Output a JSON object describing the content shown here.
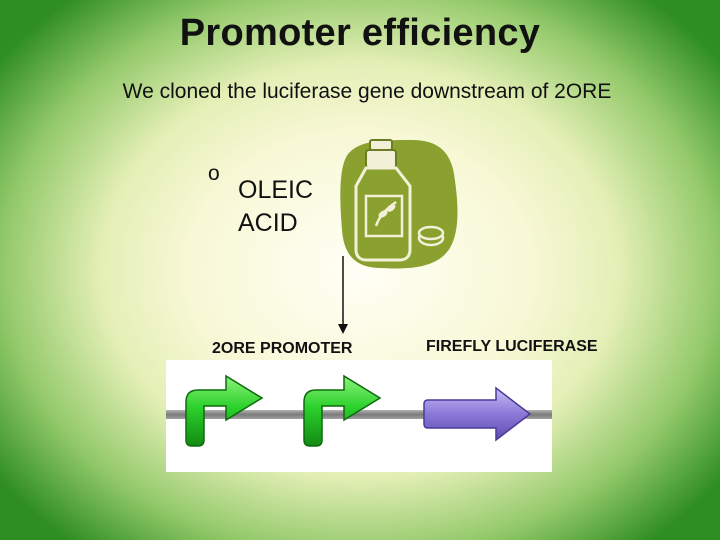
{
  "slide": {
    "title": "Promoter efficiency",
    "subtitle": "We cloned the luciferase gene downstream of 2ORE"
  },
  "bullet": {
    "marker": "o",
    "line1": "OLEIC",
    "line2": "ACID"
  },
  "diagram": {
    "promoter_label": "2ORE PROMOTER",
    "gene_label": "FIREFLY LUCIFERASE",
    "icons": [
      "oil-bottle-icon",
      "promoter-arrow-icon",
      "promoter-arrow-icon",
      "gene-arrow-icon"
    ],
    "colors": {
      "bottle": "#8aa12f",
      "promoter_arrow": "#22c322",
      "gene_arrow": "#8b78d8",
      "dna_line": "#8c8c8c"
    }
  }
}
